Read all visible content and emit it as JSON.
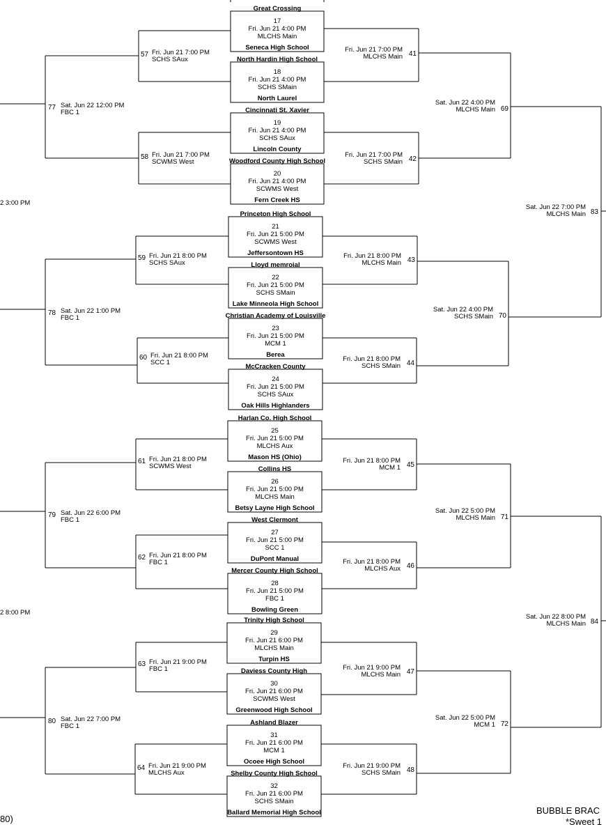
{
  "games": [
    {
      "num": "17",
      "date": "Fri. Jun 21 4:00 PM",
      "venue": "MLCHS Main",
      "team_top": "Great Crossing",
      "team_bottom": "Seneca High School"
    },
    {
      "num": "18",
      "date": "Fri. Jun 21 4:00 PM",
      "venue": "SCHS SMain",
      "team_top": "North Hardin High School",
      "team_bottom": "North Laurel"
    },
    {
      "num": "19",
      "date": "Fri. Jun 21 4:00 PM",
      "venue": "SCHS SAux",
      "team_top": "Cincinnati St. Xavier",
      "team_bottom": "Lincoln County"
    },
    {
      "num": "20",
      "date": "Fri. Jun 21 4:00 PM",
      "venue": "SCWMS West",
      "team_top": "Woodford County High School",
      "team_bottom": "Fern Creek HS"
    },
    {
      "num": "21",
      "date": "Fri. Jun 21 5:00 PM",
      "venue": "SCWMS West",
      "team_top": "Princeton High School",
      "team_bottom": "Jeffersontown HS"
    },
    {
      "num": "22",
      "date": "Fri. Jun 21 5:00 PM",
      "venue": "SCHS SMain",
      "team_top": "Lloyd memroial",
      "team_bottom": "Lake Minneola High School"
    },
    {
      "num": "23",
      "date": "Fri. Jun 21 5:00 PM",
      "venue": "MCM 1",
      "team_top": "Christian Academy of Louisville",
      "team_bottom": "Berea"
    },
    {
      "num": "24",
      "date": "Fri. Jun 21 5:00 PM",
      "venue": "SCHS SAux",
      "team_top": "McCracken County",
      "team_bottom": "Oak Hills Highlanders"
    },
    {
      "num": "25",
      "date": "Fri. Jun 21 5:00 PM",
      "venue": "MLCHS Aux",
      "team_top": "Harlan Co. High School",
      "team_bottom": "Mason HS (Ohio)"
    },
    {
      "num": "26",
      "date": "Fri. Jun 21 5:00 PM",
      "venue": "MLCHS Main",
      "team_top": "Collins HS",
      "team_bottom": "Betsy Layne High School"
    },
    {
      "num": "27",
      "date": "Fri. Jun 21 5:00 PM",
      "venue": "SCC 1",
      "team_top": "West Clermont",
      "team_bottom": "DuPont Manual"
    },
    {
      "num": "28",
      "date": "Fri. Jun 21 5:00 PM",
      "venue": "FBC 1",
      "team_top": "Mercer County High School",
      "team_bottom": "Bowling Green"
    },
    {
      "num": "29",
      "date": "Fri. Jun 21 6:00 PM",
      "venue": "MLCHS Main",
      "team_top": "Trinity High School",
      "team_bottom": "Turpin HS"
    },
    {
      "num": "30",
      "date": "Fri. Jun 21 6:00 PM",
      "venue": "SCWMS West",
      "team_top": "Daviess County High",
      "team_bottom": "Greenwood High School"
    },
    {
      "num": "31",
      "date": "Fri. Jun 21 6:00 PM",
      "venue": "MCM 1",
      "team_top": "Ashland Blazer",
      "team_bottom": "Ocoee High School"
    },
    {
      "num": "32",
      "date": "Fri. Jun 21 6:00 PM",
      "venue": "SCHS SMain",
      "team_top": "Shelby County High School",
      "team_bottom": "Ballard Memorial High School"
    }
  ],
  "left_r2": [
    {
      "num": "57",
      "date": "Fri. Jun 21 7:00 PM",
      "venue": "SCHS SAux"
    },
    {
      "num": "58",
      "date": "Fri. Jun 21 7:00 PM",
      "venue": "SCWMS West"
    },
    {
      "num": "59",
      "date": "Fri. Jun 21 8:00 PM",
      "venue": "SCHS SAux"
    },
    {
      "num": "60",
      "date": "Fri. Jun 21 8:00 PM",
      "venue": "SCC 1"
    },
    {
      "num": "61",
      "date": "Fri. Jun 21 8:00 PM",
      "venue": "SCWMS West"
    },
    {
      "num": "62",
      "date": "Fri. Jun 21 8:00 PM",
      "venue": "FBC 1"
    },
    {
      "num": "63",
      "date": "Fri. Jun 21 9:00 PM",
      "venue": "FBC 1"
    },
    {
      "num": "64",
      "date": "Fri. Jun 21 9:00 PM",
      "venue": "MLCHS Aux"
    }
  ],
  "left_r3": [
    {
      "num": "77",
      "date": "Sat. Jun 22 12:00 PM",
      "venue": "FBC 1"
    },
    {
      "num": "78",
      "date": "Sat. Jun 22 1:00 PM",
      "venue": "FBC 1"
    },
    {
      "num": "79",
      "date": "Sat. Jun 22 6:00 PM",
      "venue": "FBC 1"
    },
    {
      "num": "80",
      "date": "Sat. Jun 22 7:00 PM",
      "venue": "FBC 1"
    }
  ],
  "right_r2": [
    {
      "num": "41",
      "date": "Fri. Jun 21 7:00 PM",
      "venue": "MLCHS Main"
    },
    {
      "num": "42",
      "date": "Fri. Jun 21 7:00 PM",
      "venue": "SCHS SMain"
    },
    {
      "num": "43",
      "date": "Fri. Jun 21 8:00 PM",
      "venue": "MLCHS Main"
    },
    {
      "num": "44",
      "date": "Fri. Jun 21 8:00 PM",
      "venue": "SCHS SMain"
    },
    {
      "num": "45",
      "date": "Fri. Jun 21 8:00 PM",
      "venue": "MCM 1"
    },
    {
      "num": "46",
      "date": "Fri. Jun 21 8:00 PM",
      "venue": "MLCHS Aux"
    },
    {
      "num": "47",
      "date": "Fri. Jun 21 9:00 PM",
      "venue": "MLCHS Main"
    },
    {
      "num": "48",
      "date": "Fri. Jun 21 9:00 PM",
      "venue": "SCHS SMain"
    }
  ],
  "right_r3": [
    {
      "num": "69",
      "date": "Sat. Jun 22 4:00 PM",
      "venue": "MLCHS Main"
    },
    {
      "num": "70",
      "date": "Sat. Jun 22 4:00 PM",
      "venue": "SCHS SMain"
    },
    {
      "num": "71",
      "date": "Sat. Jun 22 5:00 PM",
      "venue": "MLCHS Main"
    },
    {
      "num": "72",
      "date": "Sat. Jun 22 5:00 PM",
      "venue": "MCM 1"
    }
  ],
  "right_r4": [
    {
      "num": "83",
      "date": "Sat. Jun 22 7:00 PM",
      "venue": "MLCHS Main"
    },
    {
      "num": "84",
      "date": "Sat. Jun 22 8:00 PM",
      "venue": "MLCHS Main"
    }
  ],
  "left_edge_times": [
    "2 3:00 PM",
    "2 8:00 PM"
  ],
  "footer": {
    "left": "80)",
    "right_title": "BUBBLE BRAC",
    "right_sub": "*Sweet 1"
  }
}
